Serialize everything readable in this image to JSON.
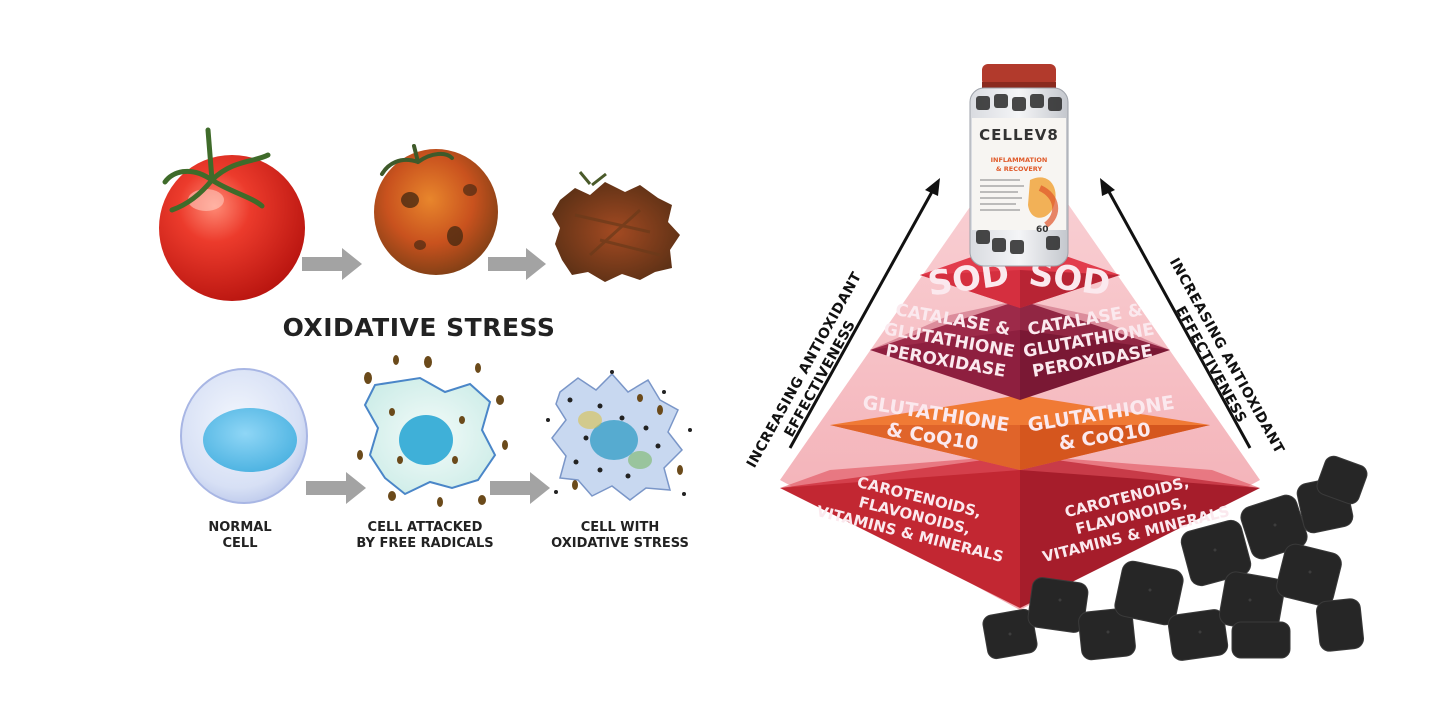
{
  "oxidative_stress": {
    "title": "OXIDATIVE STRESS",
    "cells": [
      {
        "line1": "NORMAL",
        "line2": "CELL"
      },
      {
        "line1": "CELL ATTACKED",
        "line2": "BY FREE RADICALS"
      },
      {
        "line1": "CELL WITH",
        "line2": "OXIDATIVE STRESS"
      }
    ]
  },
  "bottle": {
    "brand": "CELLEV8",
    "product_line1": "INFLAMMATION",
    "product_line2": "& RECOVERY",
    "count": "60"
  },
  "pyramid": {
    "tiers": [
      {
        "left_lines": [
          "SOD"
        ],
        "right_lines": [
          "SOD"
        ]
      },
      {
        "left_lines": [
          "CATALASE &",
          "GLUTATHIONE",
          "PEROXIDASE"
        ],
        "right_lines": [
          "CATALASE &",
          "GLUTATHIONE",
          "PEROXIDASE"
        ]
      },
      {
        "left_lines": [
          "GLUTATHIONE",
          "& CoQ10"
        ],
        "right_lines": [
          "GLUTATHIONE",
          "& CoQ10"
        ]
      },
      {
        "left_lines": [
          "CAROTENOIDS,",
          "FLAVONOIDS,",
          "VITAMINS & MINERALS"
        ],
        "right_lines": [
          "CAROTENOIDS,",
          "FLAVONOIDS,",
          "VITAMINS & MINERALS"
        ]
      }
    ],
    "arrow_label_line1": "INCREASING ANTIOXIDANT",
    "arrow_label_line2": "EFFECTIVENESS"
  },
  "colors": {
    "tier_sod": "#d52f3f",
    "tier_catalase": "#8e1f3f",
    "tier_glutathione": "#e0642a",
    "tier_carotenoids": "#c22732",
    "tomato": "#e8342b",
    "cell": "#7fc4ec",
    "arrow_gray": "#a3a3a3",
    "gummy": "#262626"
  }
}
